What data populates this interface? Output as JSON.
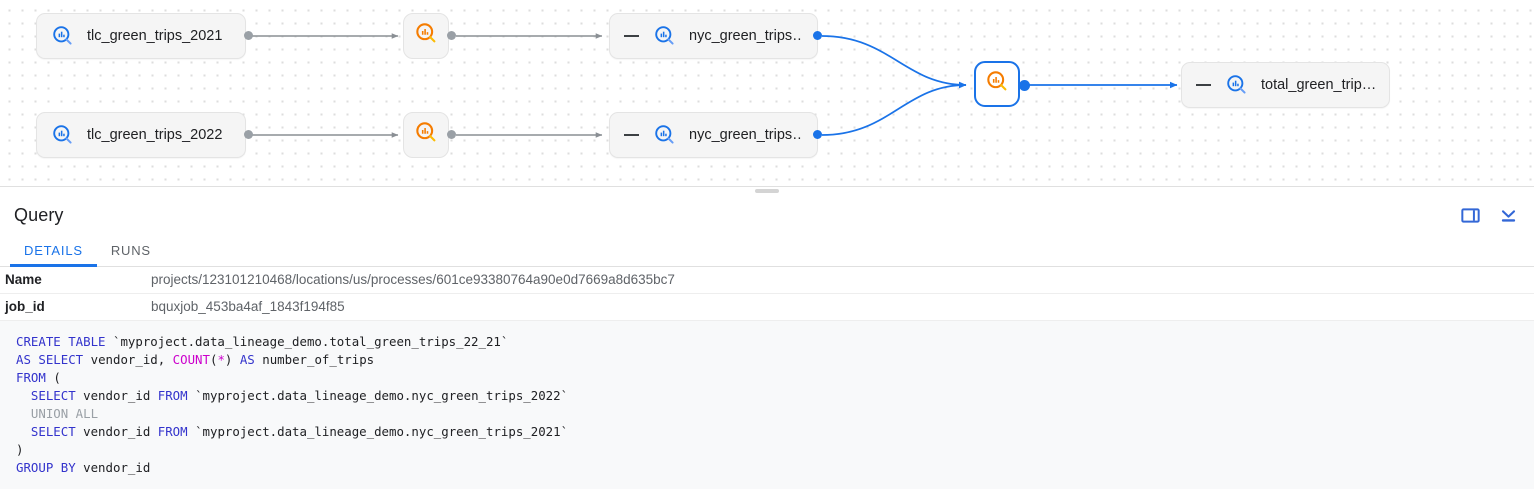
{
  "lineage": {
    "nodes": [
      {
        "id": "tlc2021",
        "type": "table",
        "label": "tlc_green_trips_2021",
        "icon": "bigquery-table-icon",
        "has_collapse_dash": false,
        "selected": false
      },
      {
        "id": "tlc2022",
        "type": "table",
        "label": "tlc_green_trips_2022",
        "icon": "bigquery-table-icon",
        "has_collapse_dash": false,
        "selected": false
      },
      {
        "id": "proc1",
        "type": "process",
        "label": "",
        "icon": "bigquery-process-icon",
        "selected": false
      },
      {
        "id": "proc2",
        "type": "process",
        "label": "",
        "icon": "bigquery-process-icon",
        "selected": false
      },
      {
        "id": "nyc2021",
        "type": "table",
        "label": "nyc_green_trips…",
        "icon": "bigquery-table-icon",
        "has_collapse_dash": true,
        "selected": false
      },
      {
        "id": "nyc2022",
        "type": "table",
        "label": "nyc_green_trips…",
        "icon": "bigquery-table-icon",
        "has_collapse_dash": true,
        "selected": false
      },
      {
        "id": "proc3",
        "type": "process",
        "label": "",
        "icon": "bigquery-process-icon",
        "selected": true
      },
      {
        "id": "total",
        "type": "table",
        "label": "total_green_trip…",
        "icon": "bigquery-table-icon",
        "has_collapse_dash": true,
        "selected": false
      }
    ],
    "colors": {
      "table_icon": "#1a73e8",
      "process_icon": "#f57c00",
      "selected_border": "#1a73e8",
      "edge": "#9aa0a6",
      "edge_highlight": "#1a73e8",
      "canvas_dot": "#dddddd"
    }
  },
  "panel": {
    "title": "Query",
    "actions": [
      {
        "name": "side-panel-icon",
        "tooltip": "Toggle side panel"
      },
      {
        "name": "collapse-panel-icon",
        "tooltip": "Collapse panel"
      }
    ],
    "tabs": [
      {
        "label": "DETAILS",
        "active": true
      },
      {
        "label": "RUNS",
        "active": false
      }
    ],
    "details": [
      {
        "key": "Name",
        "value": "projects/123101210468/locations/us/processes/601ce93380764a90e0d7669a8d635bc7"
      },
      {
        "key": "job_id",
        "value": "bquxjob_453ba4af_1843f194f85"
      }
    ]
  },
  "sql": {
    "lines": [
      [
        {
          "t": "CREATE TABLE ",
          "c": "k"
        },
        {
          "t": "`myproject.data_lineage_demo.total_green_trips_22_21`",
          "c": "p"
        }
      ],
      [
        {
          "t": "AS SELECT ",
          "c": "k"
        },
        {
          "t": "vendor_id, ",
          "c": "p"
        },
        {
          "t": "COUNT",
          "c": "f"
        },
        {
          "t": "(",
          "c": "p"
        },
        {
          "t": "*",
          "c": "f"
        },
        {
          "t": ") ",
          "c": "p"
        },
        {
          "t": "AS ",
          "c": "k"
        },
        {
          "t": "number_of_trips",
          "c": "p"
        }
      ],
      [
        {
          "t": "FROM ",
          "c": "k"
        },
        {
          "t": "(",
          "c": "p"
        }
      ],
      [
        {
          "t": "  ",
          "c": "p"
        },
        {
          "t": "SELECT ",
          "c": "k"
        },
        {
          "t": "vendor_id ",
          "c": "p"
        },
        {
          "t": "FROM ",
          "c": "k"
        },
        {
          "t": "`myproject.data_lineage_demo.nyc_green_trips_2022`",
          "c": "p"
        }
      ],
      [
        {
          "t": "  ",
          "c": "p"
        },
        {
          "t": "UNION ALL",
          "c": "c"
        }
      ],
      [
        {
          "t": "  ",
          "c": "p"
        },
        {
          "t": "SELECT ",
          "c": "k"
        },
        {
          "t": "vendor_id ",
          "c": "p"
        },
        {
          "t": "FROM ",
          "c": "k"
        },
        {
          "t": "`myproject.data_lineage_demo.nyc_green_trips_2021`",
          "c": "p"
        }
      ],
      [
        {
          "t": ")",
          "c": "p"
        }
      ],
      [
        {
          "t": "GROUP BY ",
          "c": "k"
        },
        {
          "t": "vendor_id",
          "c": "p"
        }
      ]
    ]
  }
}
